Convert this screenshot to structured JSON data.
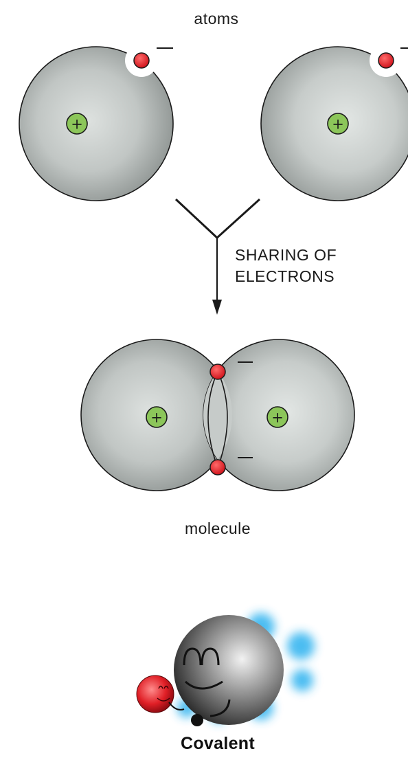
{
  "labels": {
    "top": "atoms",
    "process_line1": "SHARING OF",
    "process_line2": "ELECTRONS",
    "bottom": "molecule",
    "caption": "Covalent"
  },
  "symbols": {
    "positive": "+",
    "negative": "–"
  },
  "colors": {
    "atom_fill": "#c8cdcb",
    "electron": "#e0242c",
    "nucleus": "#8cc65a",
    "glow": "#38b6f0",
    "mascot_body": "#6e6e6e"
  }
}
